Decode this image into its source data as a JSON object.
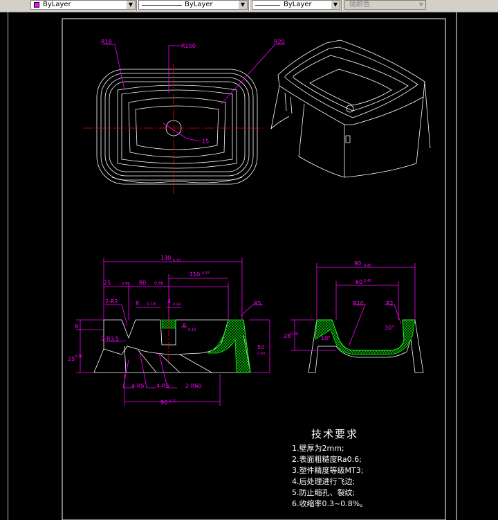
{
  "toolbar": {
    "color": {
      "label": "ByLayer",
      "swatch": "#ff00ff"
    },
    "linetype": {
      "label": "ByLayer"
    },
    "lineweight": {
      "label": "ByLayer"
    },
    "plotstyle": {
      "label": "随颜色"
    }
  },
  "colors": {
    "dim": "#ff00ff",
    "geometry": "#ffffff",
    "center": "#ff0000",
    "hatch": "#00ff00",
    "background": "#000000"
  },
  "top_view": {
    "labels": {
      "r18": "R18",
      "r150": "R150",
      "r20": "R20",
      "hole": "15"
    }
  },
  "front_section": {
    "dims": {
      "overall_width": "130",
      "overall_width_tol": "0.70",
      "a25": "25",
      "a25_tol": "0.45",
      "a80": "80",
      "a80_tol": "0.66",
      "a110": "110",
      "a110_tol": "0.55",
      "r2": "2-R2",
      "a8": "8",
      "a8_tol": "0.18",
      "a4": "4",
      "a4_tol": "0.14",
      "r5": "R5",
      "h9": "9",
      "r35": "2-R3.5",
      "h8": "8",
      "h8_tol": "0.16",
      "h50": "50",
      "h50_tol": "0.60",
      "h25": "25",
      "h25_tol": "0.26",
      "r5b": "4-R5",
      "r5c": "4-R5",
      "r60": "2-R60",
      "bottom_width": "90",
      "bottom_width_tol": "0.72"
    }
  },
  "side_section": {
    "dims": {
      "top_width": "90",
      "top_width_tol": "0.45",
      "inner_width": "60",
      "inner_width_tol": "0.40",
      "r10": "R10",
      "r2": "R2",
      "h28": "28",
      "h28_tol": "0.28",
      "a10": "10°",
      "a30": "30°"
    }
  },
  "notes": {
    "title": "技术要求",
    "items": [
      "1.壁厚为2mm;",
      "2.表面粗糙度Ra0.6;",
      "3.塑件精度等级MT3;",
      "4.后处理进行飞边;",
      "5.防止缩孔、裂纹;",
      "6.收缩率0.3~0.8%。"
    ]
  }
}
